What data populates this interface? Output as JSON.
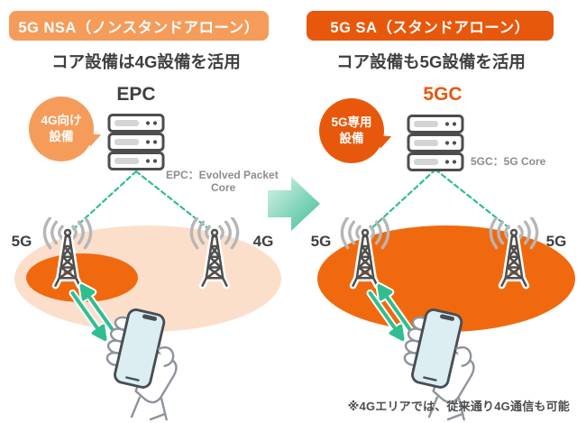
{
  "colors": {
    "orange_light": "#F59C5B",
    "orange_dark": "#E8580C",
    "orange_coverage": "#F1690F",
    "peach_coverage": "#FBDFCB",
    "green_accent": "#2FBE90",
    "text_dark": "#3F3F3F",
    "text_gray": "#8C8C8C"
  },
  "left_panel": {
    "header": "5G NSA（ノンスタンドアローン）",
    "subtitle": "コア設備は4G設備を活用",
    "core_label": "EPC",
    "bubble": {
      "line1": "4G向け",
      "line2": "設備"
    },
    "core_note": {
      "line1": "EPC：Evolved Packet",
      "line2": "Core"
    },
    "tower_left_label": "5G",
    "tower_right_label": "4G"
  },
  "right_panel": {
    "header": "5G SA（スタンドアローン）",
    "subtitle": "コア設備も5G設備を活用",
    "core_label": "5GC",
    "bubble": {
      "line1": "5G専用",
      "line2": "設備"
    },
    "core_note": {
      "line1": "5GC：5G Core"
    },
    "tower_left_label": "5G",
    "tower_right_label": "5G"
  },
  "footnote": "※4Gエリアでは、従来通り4G通信も可能"
}
